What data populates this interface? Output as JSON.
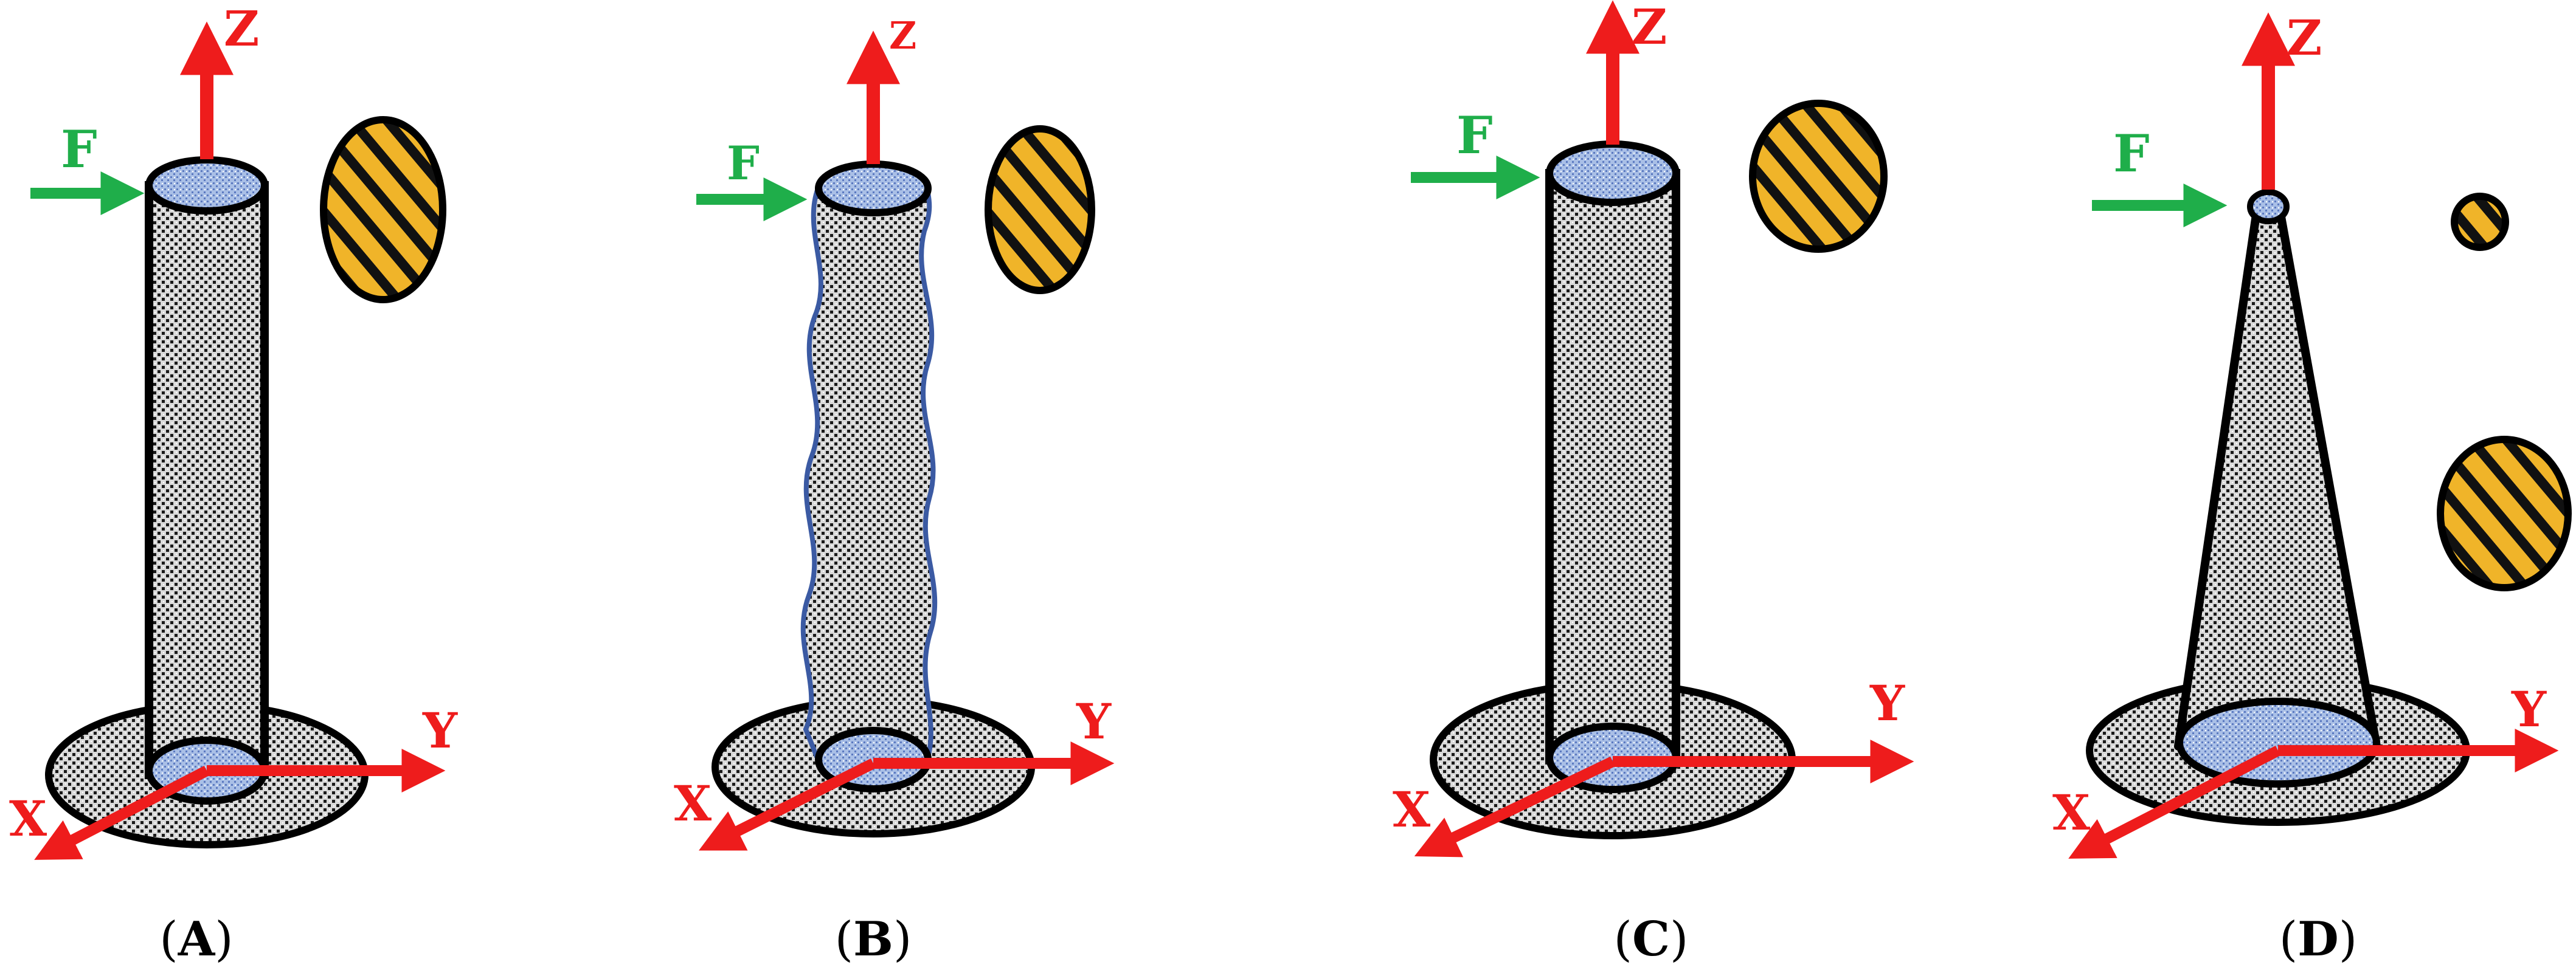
{
  "colors": {
    "axis": "#ee1c1c",
    "force": "#1fae4a",
    "hatch_fill": "#f0b429",
    "hatch_line": "#111111",
    "body_fill": "#d9d9d9",
    "end_face": "#a9bfe6",
    "outline": "#000000",
    "wavy_outline": "#3b5aa3"
  },
  "icons": {
    "cross_section": "hatched-ellipse-icon",
    "force": "green-arrow-icon",
    "axes": "red-axis-arrows-icon"
  },
  "panels": [
    {
      "id": "A",
      "shape": "uniform-cylinder",
      "labels": {
        "z": "Z",
        "y": "Y",
        "x": "X",
        "force": "F"
      },
      "caption": {
        "open": "(",
        "letter": "A",
        "close": ")"
      }
    },
    {
      "id": "B",
      "shape": "wavy-cylinder",
      "labels": {
        "z": "Z",
        "y": "Y",
        "x": "X",
        "force": "F"
      },
      "caption": {
        "open": "(",
        "letter": "B",
        "close": ")"
      }
    },
    {
      "id": "C",
      "shape": "wide-cylinder",
      "labels": {
        "z": "Z",
        "y": "Y",
        "x": "X",
        "force": "F"
      },
      "caption": {
        "open": "(",
        "letter": "C",
        "close": ")"
      }
    },
    {
      "id": "D",
      "shape": "tapered-cone",
      "labels": {
        "z": "Z",
        "y": "Y",
        "x": "X",
        "force": "F"
      },
      "caption": {
        "open": "(",
        "letter": "D",
        "close": ")"
      }
    }
  ]
}
